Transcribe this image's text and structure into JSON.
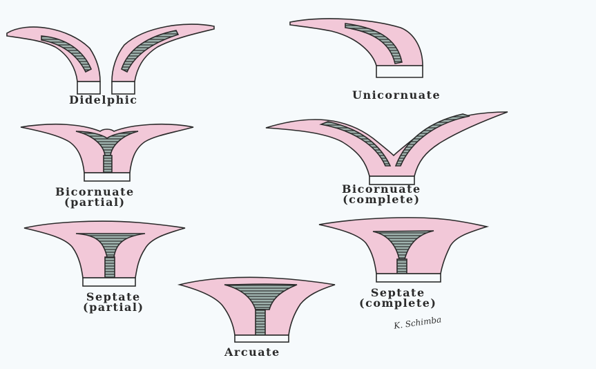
{
  "colors": {
    "uterus": "#f2c8d8",
    "outline": "#2a2a2a",
    "cavity": "#8aa09a",
    "background": "#f6fafc"
  },
  "labels": {
    "didelphic": "Didelphic",
    "unicornuate": "Unicornuate",
    "bicornuate_partial_1": "Bicornuate",
    "bicornuate_partial_2": "(partial)",
    "bicornuate_complete_1": "Bicornuate",
    "bicornuate_complete_2": "(complete)",
    "septate_partial_1": "Septate",
    "septate_partial_2": "(partial)",
    "septate_complete_1": "Septate",
    "septate_complete_2": "(complete)",
    "arcuate": "Arcuate"
  },
  "signature": "K. Schimba"
}
